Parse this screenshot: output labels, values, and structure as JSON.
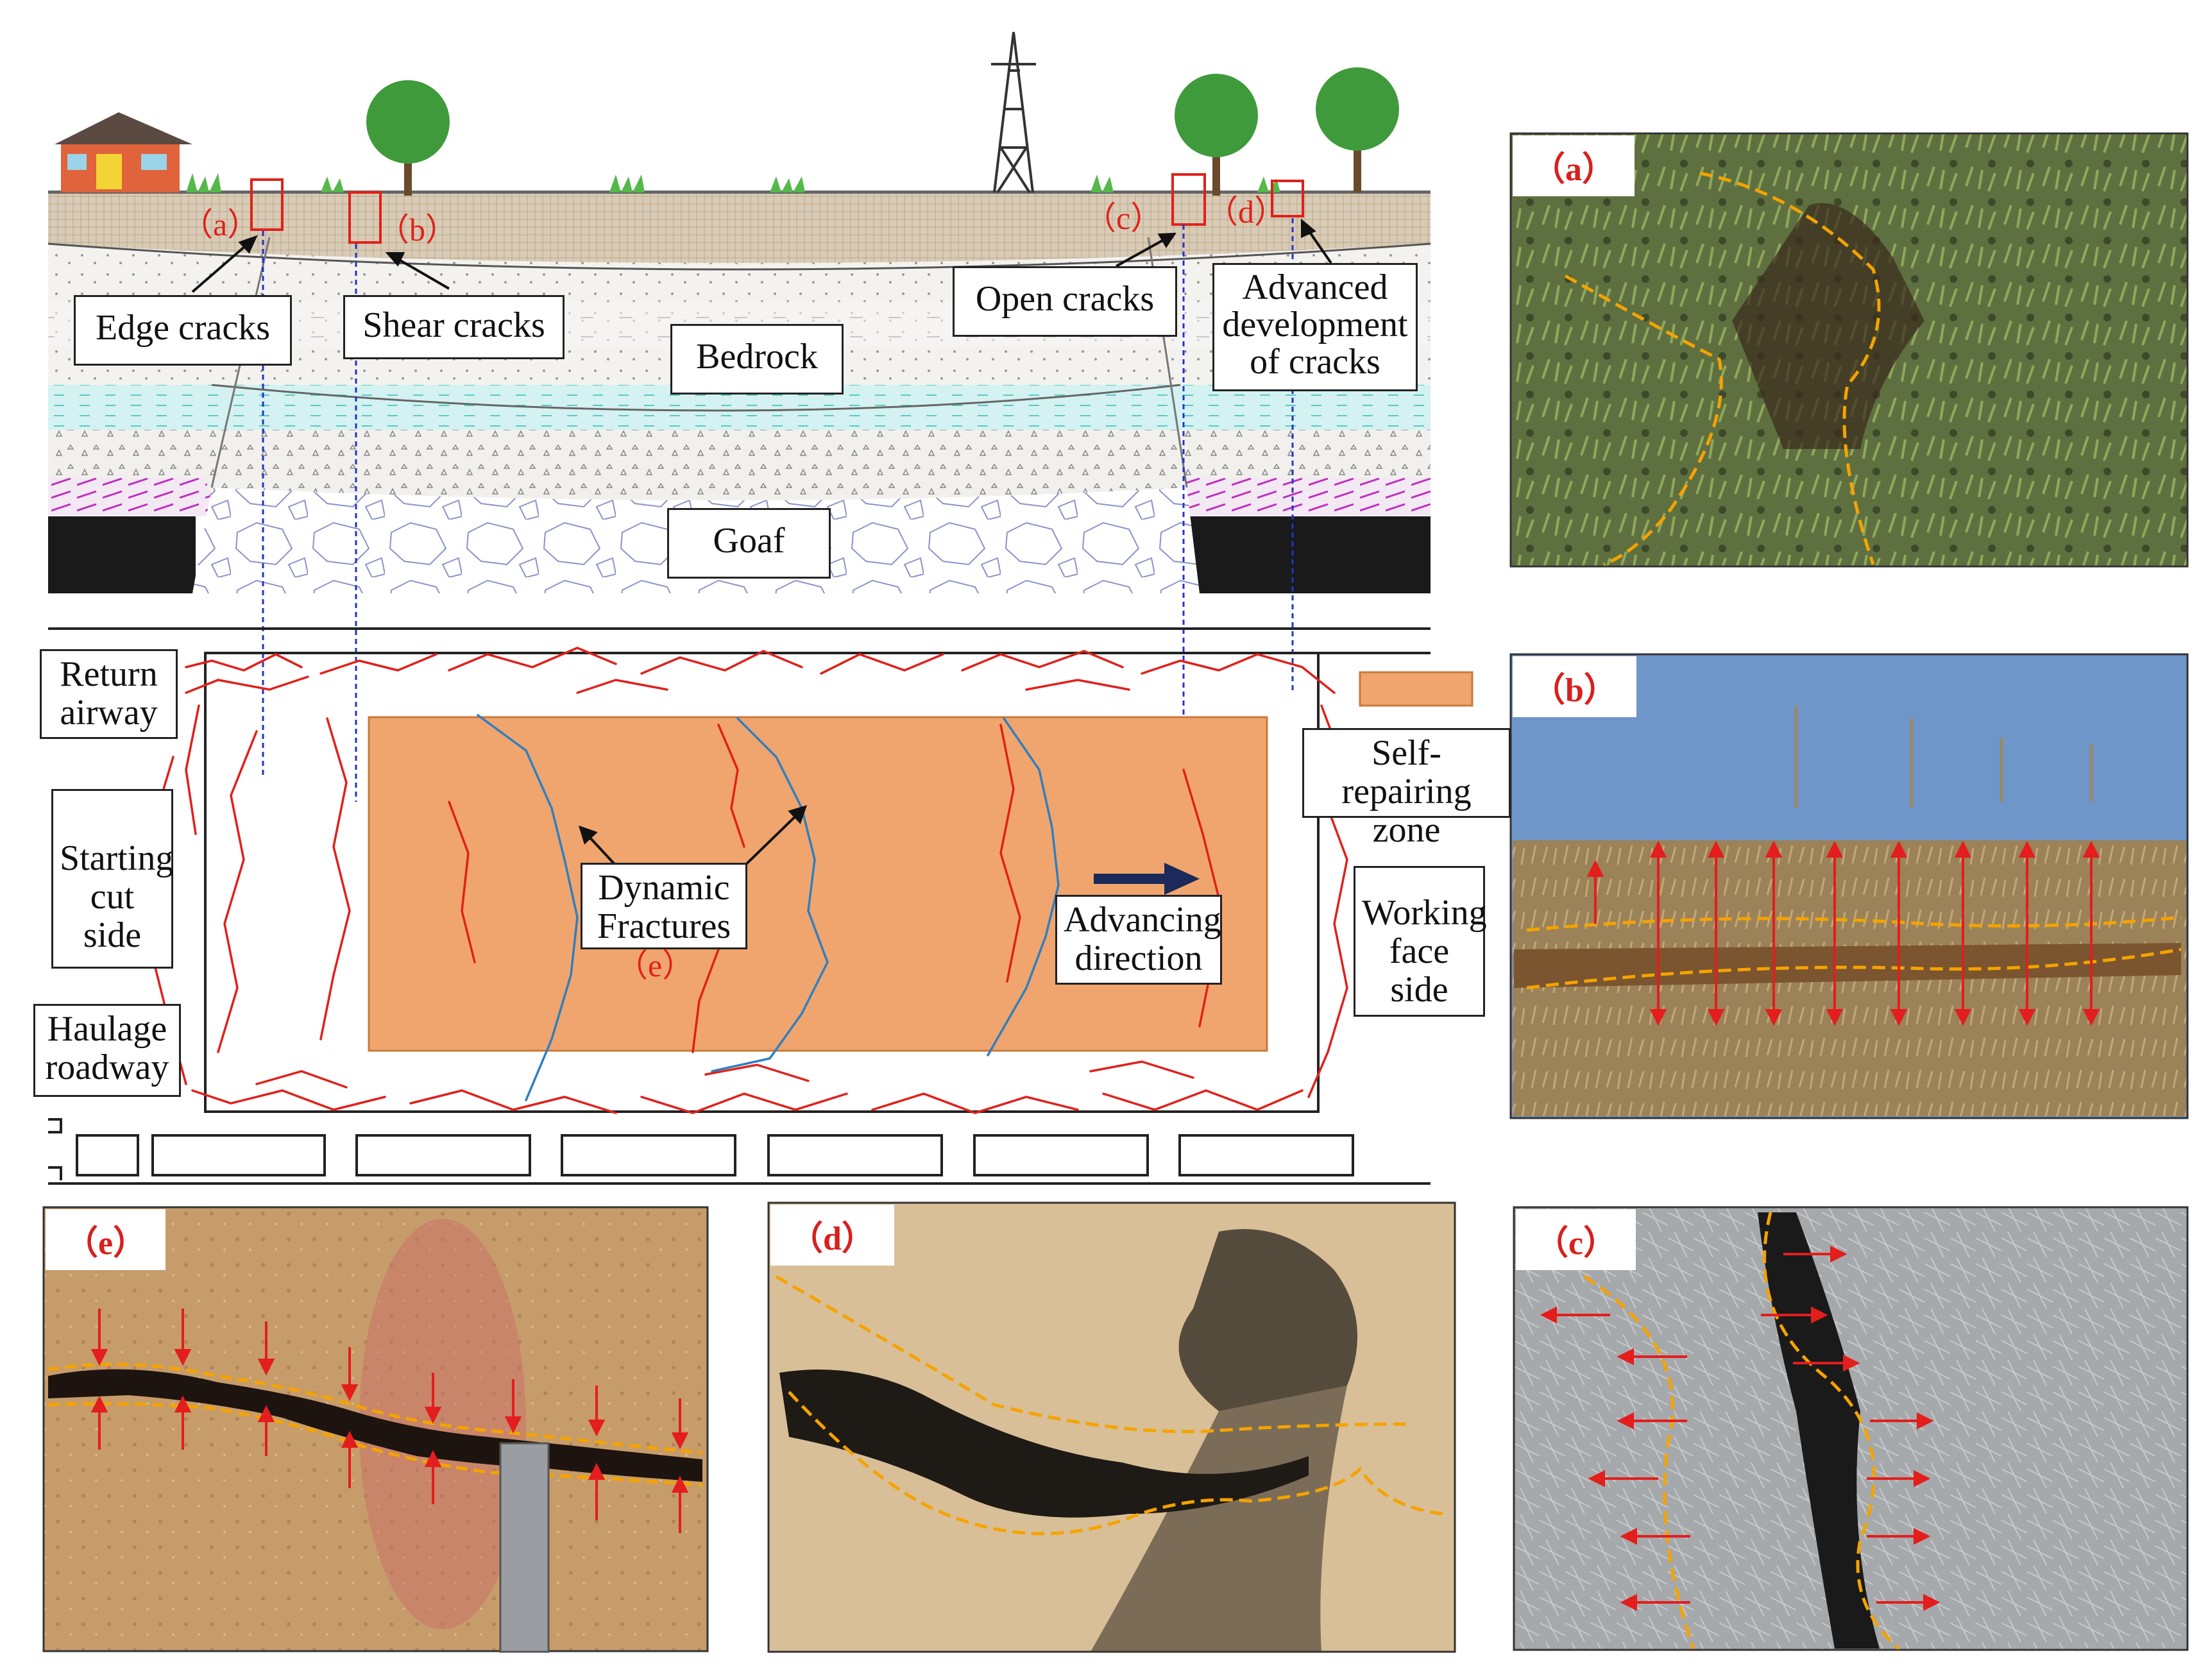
{
  "profile": {
    "tag_a": "（a）",
    "tag_b": "（b）",
    "tag_c": "（c）",
    "tag_d": "（d）",
    "edge_cracks": "Edge cracks",
    "shear_cracks": "Shear cracks",
    "open_cracks": "Open cracks",
    "advanced": "Advanced\ndevelopment\nof cracks",
    "bedrock": "Bedrock",
    "goaf": "Goaf"
  },
  "plan": {
    "return_airway": "Return\nairway",
    "starting_cut_side": "Starting\ncut side",
    "haulage_roadway": "Haulage\nroadway",
    "dynamic_fractures": "Dynamic\nFractures",
    "tag_e": "（e）",
    "advancing_direction": "Advancing\ndirection",
    "working_face_side": "Working\nface side",
    "legend_self_repairing": "Self-repairing\nzone"
  },
  "photos": {
    "a": "（a）",
    "b": "（b）",
    "c": "（c）",
    "d": "（d）",
    "e": "（e）"
  },
  "colors": {
    "crack_red": "#e0211b",
    "dynamic_blue": "#2f7fbf",
    "zone_orange": "#f0a56e",
    "crack_outline": "#f5a300"
  }
}
